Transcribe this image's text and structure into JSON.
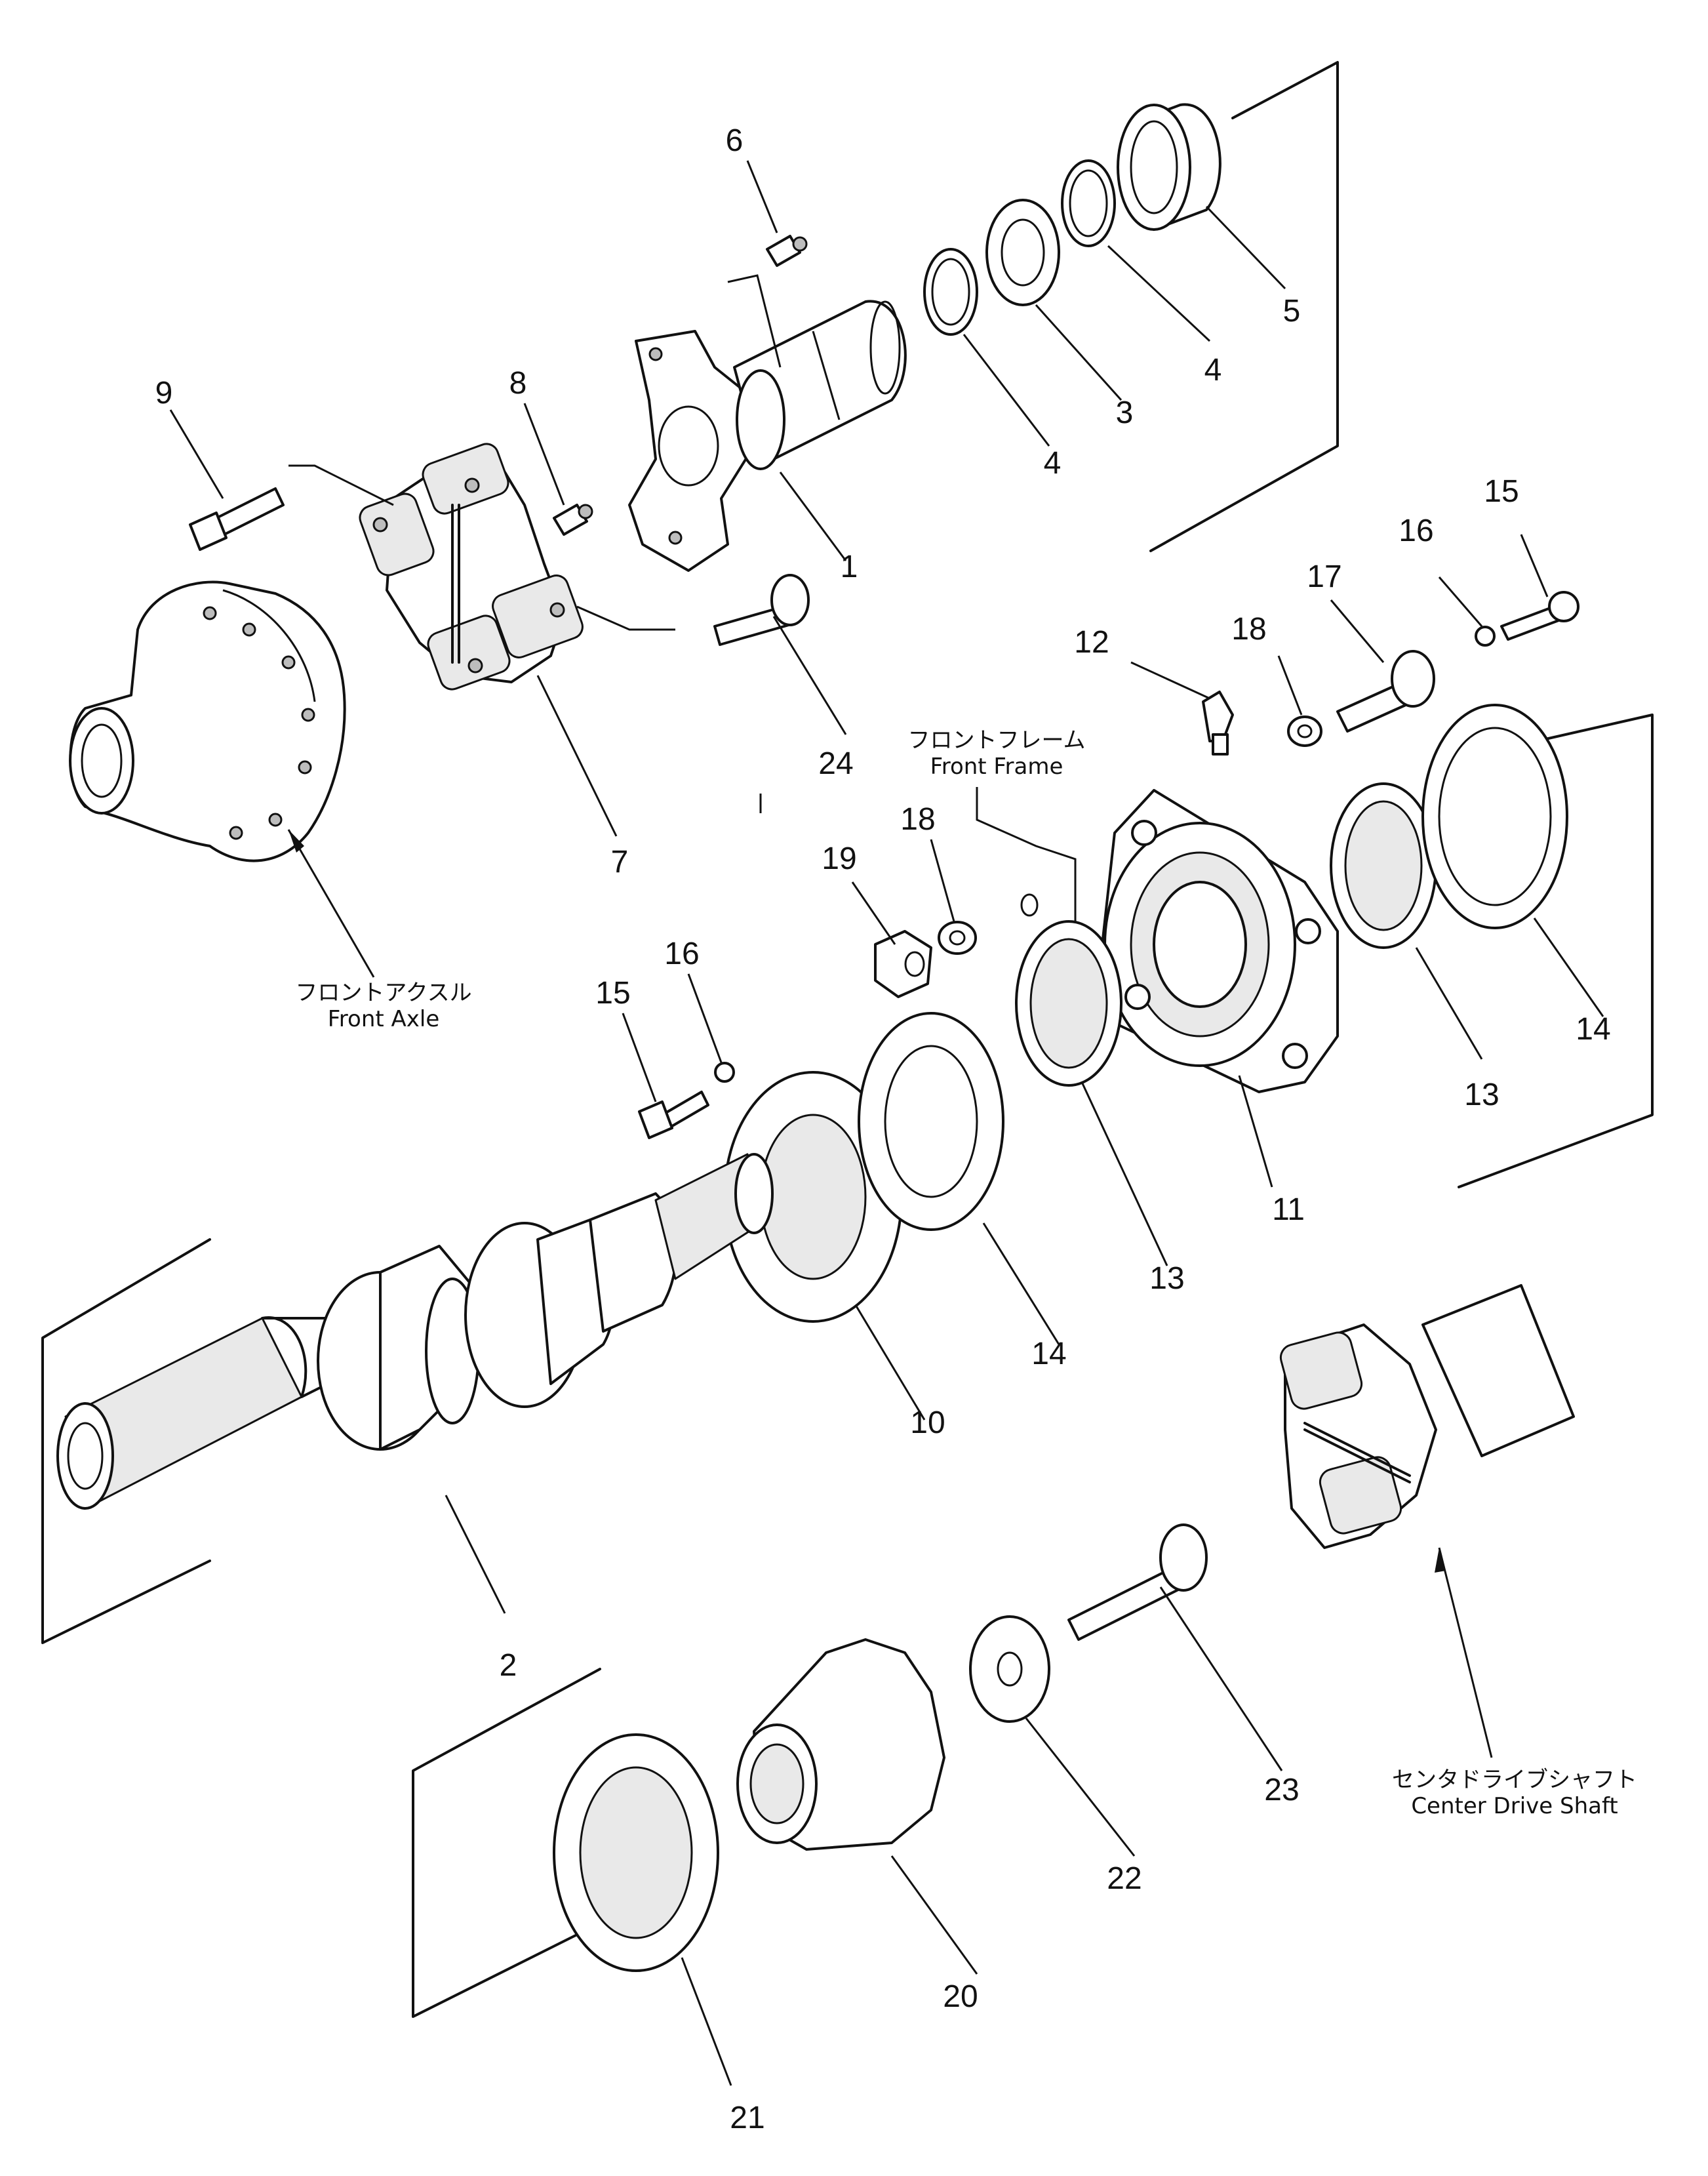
{
  "callouts": [
    {
      "id": "p1",
      "text": "1"
    },
    {
      "id": "p2",
      "text": "2"
    },
    {
      "id": "p3",
      "text": "3"
    },
    {
      "id": "p4a",
      "text": "4"
    },
    {
      "id": "p4b",
      "text": "4"
    },
    {
      "id": "p5",
      "text": "5"
    },
    {
      "id": "p6",
      "text": "6"
    },
    {
      "id": "p7",
      "text": "7"
    },
    {
      "id": "p8",
      "text": "8"
    },
    {
      "id": "p9",
      "text": "9"
    },
    {
      "id": "p10",
      "text": "10"
    },
    {
      "id": "p11",
      "text": "11"
    },
    {
      "id": "p12",
      "text": "12"
    },
    {
      "id": "p13a",
      "text": "13"
    },
    {
      "id": "p13b",
      "text": "13"
    },
    {
      "id": "p14a",
      "text": "14"
    },
    {
      "id": "p14b",
      "text": "14"
    },
    {
      "id": "p15a",
      "text": "15"
    },
    {
      "id": "p15b",
      "text": "15"
    },
    {
      "id": "p16a",
      "text": "16"
    },
    {
      "id": "p16b",
      "text": "16"
    },
    {
      "id": "p17",
      "text": "17"
    },
    {
      "id": "p18a",
      "text": "18"
    },
    {
      "id": "p18b",
      "text": "18"
    },
    {
      "id": "p19",
      "text": "19"
    },
    {
      "id": "p20",
      "text": "20"
    },
    {
      "id": "p21",
      "text": "21"
    },
    {
      "id": "p22",
      "text": "22"
    },
    {
      "id": "p23",
      "text": "23"
    },
    {
      "id": "p24",
      "text": "24"
    }
  ],
  "captions": {
    "front_axle_jp": "フロントアクスル",
    "front_axle_en": "Front Axle",
    "front_frame_jp": "フロントフレーム",
    "front_frame_en": "Front Frame",
    "center_shaft_jp": "センタドライブシャフト",
    "center_shaft_en": "Center Drive Shaft"
  }
}
